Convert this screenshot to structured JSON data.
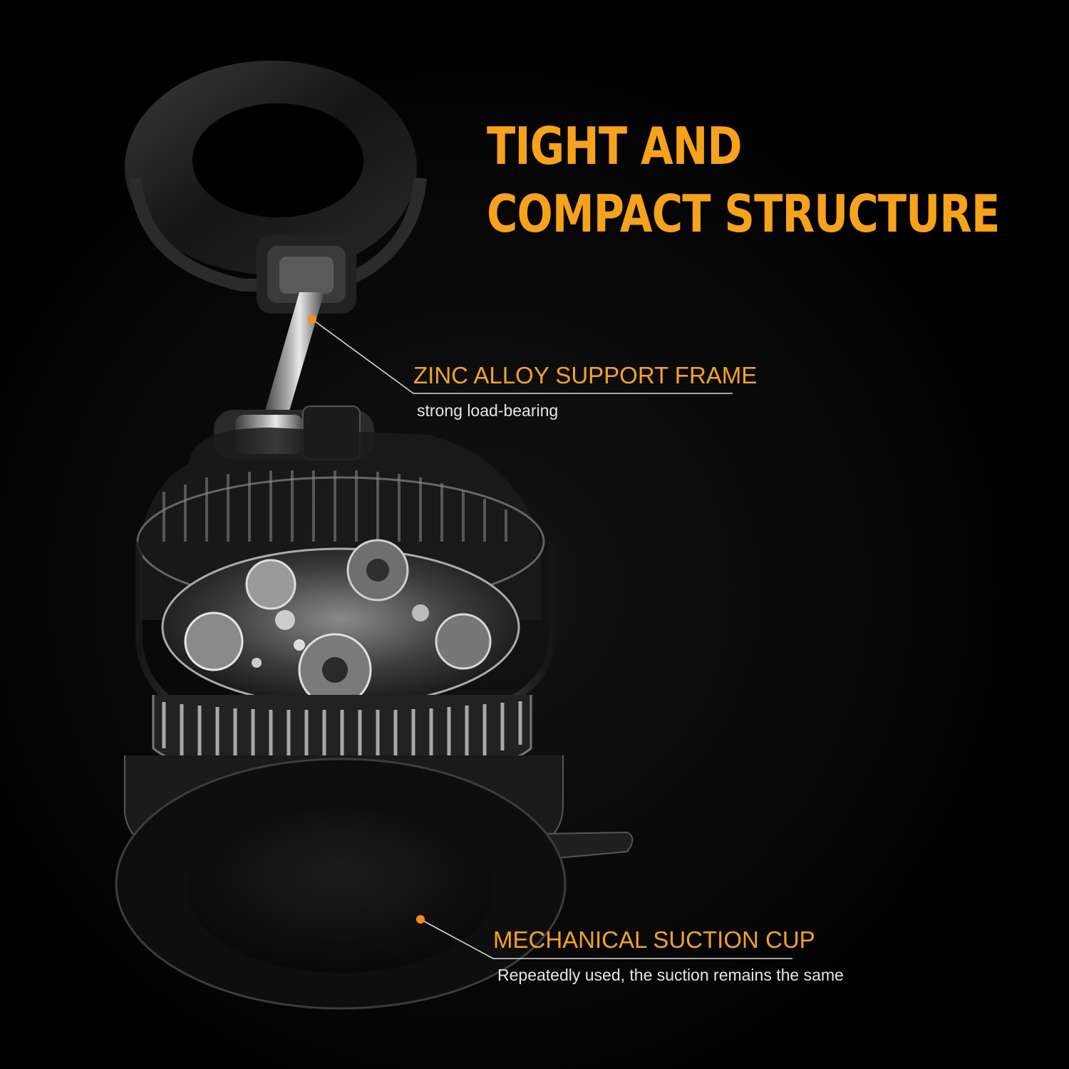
{
  "headline": {
    "line1": "TIGHT AND",
    "line2": "COMPACT STRUCTURE"
  },
  "callouts": [
    {
      "title": "ZINC ALLOY SUPPORT FRAME",
      "subtitle": "strong load-bearing"
    },
    {
      "title": "MECHANICAL SUCTION CUP",
      "subtitle": "Repeatedly used, the suction remains the same"
    }
  ],
  "colors": {
    "background": "#000000",
    "accent": "#f7a21b",
    "callout_line": "#d8d8d8",
    "marker": "#ff8a1f"
  }
}
